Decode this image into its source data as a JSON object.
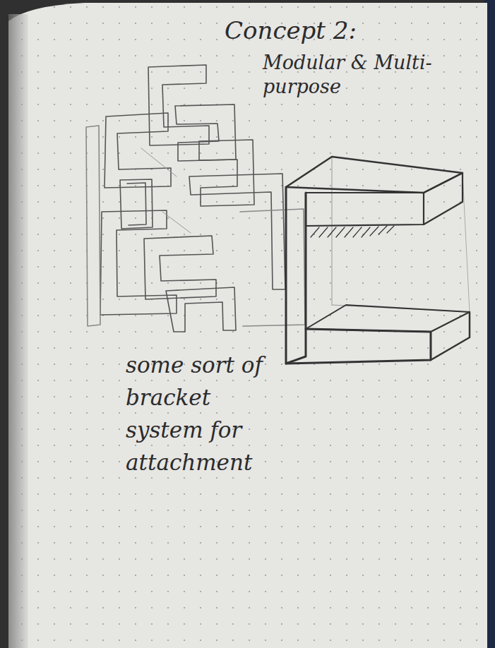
{
  "diagram": {
    "title": "Concept 2:",
    "labels": [
      "Modular & Multi-purpose",
      "some sort of bracket system for attachment"
    ]
  }
}
